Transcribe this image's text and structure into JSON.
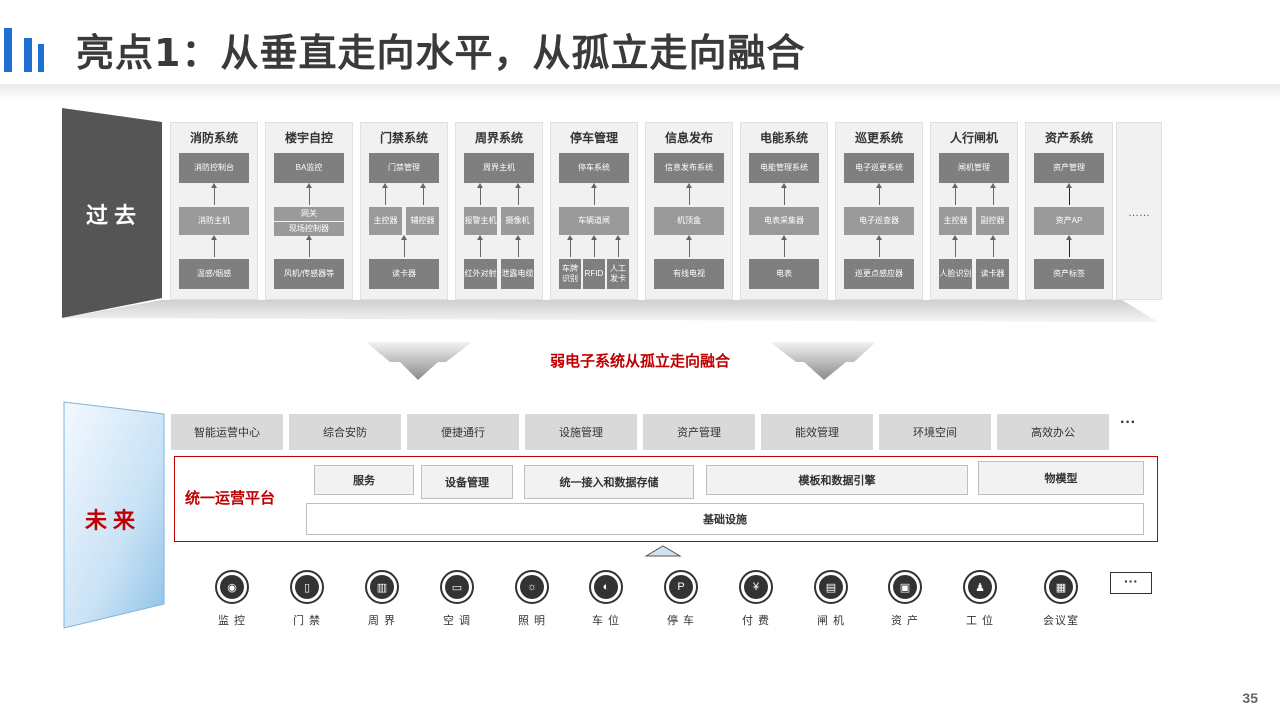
{
  "title": "亮点1：从垂直走向水平，从孤立走向融合",
  "past_label": "过去",
  "future_label": "未来",
  "banner": "弱电子系统从孤立走向融合",
  "systems": [
    {
      "title": "消防系统",
      "top": "消防控制台",
      "mid": "消防主机",
      "bottom": "温感/烟感"
    },
    {
      "title": "楼宇自控",
      "top": "BA监控",
      "mid1": "网关",
      "mid2": "现场控制器",
      "bottom": "风机/传感器等"
    },
    {
      "title": "门禁系统",
      "top": "门禁管理",
      "mid_l": "主控器",
      "mid_r": "辅控器",
      "bottom": "读卡器"
    },
    {
      "title": "周界系统",
      "top": "周界主机",
      "mid_l": "报警主机",
      "mid_r": "摄像机",
      "bottom_l": "红外对射",
      "bottom_r": "泄露电缆"
    },
    {
      "title": "停车管理",
      "top": "停车系统",
      "mid": "车辆道闸",
      "b1": "车牌识别",
      "b2": "RFID",
      "b3": "人工发卡"
    },
    {
      "title": "信息发布",
      "top": "信息发布系统",
      "mid": "机顶盒",
      "bottom": "有线电视"
    },
    {
      "title": "电能系统",
      "top": "电能管理系统",
      "mid": "电表采集器",
      "bottom": "电表"
    },
    {
      "title": "巡更系统",
      "top": "电子巡更系统",
      "mid": "电子巡查器",
      "bottom": "巡更点感应器"
    },
    {
      "title": "人行闸机",
      "top": "闸机管理",
      "mid_l": "主控器",
      "mid_r": "副控器",
      "bottom_l": "人脸识别",
      "bottom_r": "读卡器"
    },
    {
      "title": "资产系统",
      "top": "资产管理",
      "mid": "资产AP",
      "bottom": "资产标签"
    }
  ],
  "systems_more": "……",
  "apps": [
    "智能运营中心",
    "综合安防",
    "便捷通行",
    "设施管理",
    "资产管理",
    "能效管理",
    "环境空间",
    "高效办公"
  ],
  "apps_more": "···",
  "platform": {
    "title": "统一运营平台",
    "services": [
      "服务",
      "设备管理",
      "统一接入和数据存储",
      "模板和数据引擎",
      "物模型"
    ],
    "base": "基础设施"
  },
  "devices": [
    {
      "label": "监 控",
      "icon": "camera-icon",
      "glyph": "◉"
    },
    {
      "label": "门 禁",
      "icon": "door-icon",
      "glyph": "▯"
    },
    {
      "label": "周 界",
      "icon": "fence-icon",
      "glyph": "▥"
    },
    {
      "label": "空 调",
      "icon": "air-conditioner-icon",
      "glyph": "▭"
    },
    {
      "label": "照 明",
      "icon": "bulb-icon",
      "glyph": "☼"
    },
    {
      "label": "车 位",
      "icon": "car-icon",
      "glyph": "◐"
    },
    {
      "label": "停 车",
      "icon": "parking-icon",
      "glyph": "P"
    },
    {
      "label": "付 费",
      "icon": "payment-icon",
      "glyph": "¥"
    },
    {
      "label": "闸 机",
      "icon": "gate-icon",
      "glyph": "▤"
    },
    {
      "label": "资 产",
      "icon": "asset-icon",
      "glyph": "▣"
    },
    {
      "label": "工 位",
      "icon": "workstation-icon",
      "glyph": "♟"
    },
    {
      "label": "会议室",
      "icon": "meeting-room-icon",
      "glyph": "▦"
    }
  ],
  "devices_more": "···",
  "page_number": "35",
  "colors": {
    "accent": "#1d6fd0",
    "red": "#c00000",
    "dark_box": "#7f7f7f"
  }
}
